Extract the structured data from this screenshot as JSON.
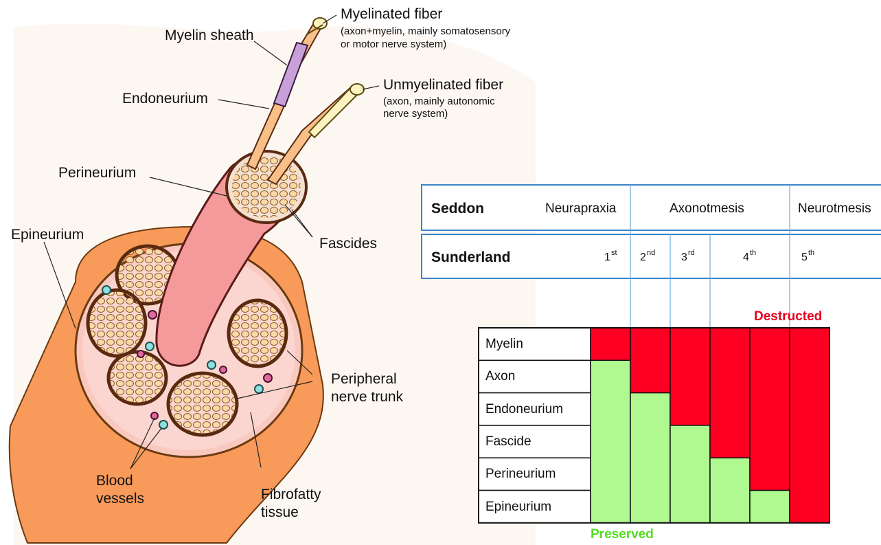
{
  "anatomy": {
    "myelinated_fiber": {
      "title": "Myelinated fiber",
      "desc_line1": "(axon+myelin, mainly somatosensory",
      "desc_line2": "or motor nerve system)"
    },
    "myelin_sheath": "Myelin sheath",
    "endoneurium": "Endoneurium",
    "unmyelinated_fiber": {
      "title": "Unmyelinated fiber",
      "desc_line1": "(axon, mainly autonomic",
      "desc_line2": "nerve system)"
    },
    "perineurium": "Perineurium",
    "epineurium": "Epineurium",
    "fascides": "Fascides",
    "peripheral_nerve_trunk_line1": "Peripheral",
    "peripheral_nerve_trunk_line2": "nerve trunk",
    "blood_vessels_line1": "Blood",
    "blood_vessels_line2": "vessels",
    "fibrofatty_line1": "Fibrofatty",
    "fibrofatty_line2": "tissue"
  },
  "classification": {
    "seddon": {
      "title": "Seddon",
      "grades": [
        "Neurapraxia",
        "Axonotmesis",
        "Neurotmesis"
      ]
    },
    "sunderland": {
      "title": "Sunderland",
      "grades": [
        {
          "num": "1",
          "sup": "st"
        },
        {
          "num": "2",
          "sup": "nd"
        },
        {
          "num": "3",
          "sup": "rd"
        },
        {
          "num": "4",
          "sup": "th"
        },
        {
          "num": "5",
          "sup": "th"
        }
      ]
    }
  },
  "injury_table": {
    "destructed_label": "Destructed",
    "preserved_label": "Preserved",
    "rows": [
      "Myelin",
      "Axon",
      "Endoneurium",
      "Fascide",
      "Perineurium",
      "Epineurium"
    ],
    "columns_destroyed_layers": [
      1,
      2,
      3,
      4,
      5,
      6
    ],
    "colors": {
      "destructed": "#ff0022",
      "preserved": "#b0f890",
      "destructed_text": "#e8001e",
      "preserved_text": "#55dd22",
      "table_border": "#3a84c8"
    }
  }
}
